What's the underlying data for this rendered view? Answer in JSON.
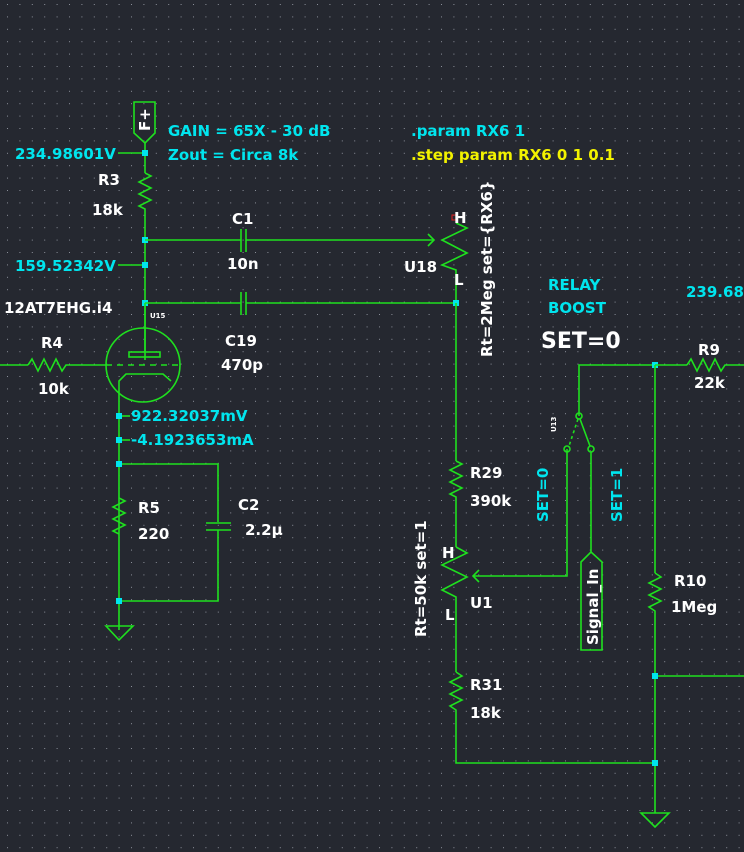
{
  "app": {
    "type": "schematic-editor",
    "background_color": "#252830",
    "wire_color": "#1fe01f",
    "junction_color": "#00e5ee",
    "annotation_color": "#00e5ee",
    "directive_color": "#f2f200"
  },
  "notes": {
    "gain": "GAIN = 65X - 30 dB",
    "zout": "Zout = Circa 8k",
    "param": ".param RX6 1",
    "step": ".step param RX6 0 1 0.1",
    "relay": "RELAY",
    "boost": "BOOST",
    "set_state": "SET=0"
  },
  "node_labels": {
    "v_supply": "234.98601V",
    "v_plate": "159.52342V",
    "v_cathode": "922.32037mV",
    "i_cathode": "-4.1923653mA",
    "v_right": "239.68"
  },
  "components": {
    "supply_flag": "F+",
    "r3": {
      "name": "R3",
      "value": "18k"
    },
    "c1": {
      "name": "C1",
      "value": "10n"
    },
    "c19": {
      "name": "C19",
      "value": "470p"
    },
    "tube": {
      "name": "12AT7EHG.i4",
      "ref": "U15"
    },
    "r4": {
      "name": "R4",
      "value": "10k"
    },
    "r5": {
      "name": "R5",
      "value": "220"
    },
    "c2": {
      "name": "C2",
      "value": "2.2µ"
    },
    "u18": {
      "name": "U18",
      "h": "H",
      "l": "L",
      "params": "Rt=2Meg set={RX6}"
    },
    "r29": {
      "name": "R29",
      "value": "390k"
    },
    "u1": {
      "name": "U1",
      "h": "H",
      "l": "L",
      "params": "Rt=50k set=1"
    },
    "r31": {
      "name": "R31",
      "value": "18k"
    },
    "r9": {
      "name": "R9",
      "value": "22k"
    },
    "r10": {
      "name": "R10",
      "value": "1Meg"
    },
    "u13": {
      "ref": "U13",
      "set0": "SET=0",
      "set1": "SET=1"
    },
    "signal_in": "Signal_In"
  }
}
